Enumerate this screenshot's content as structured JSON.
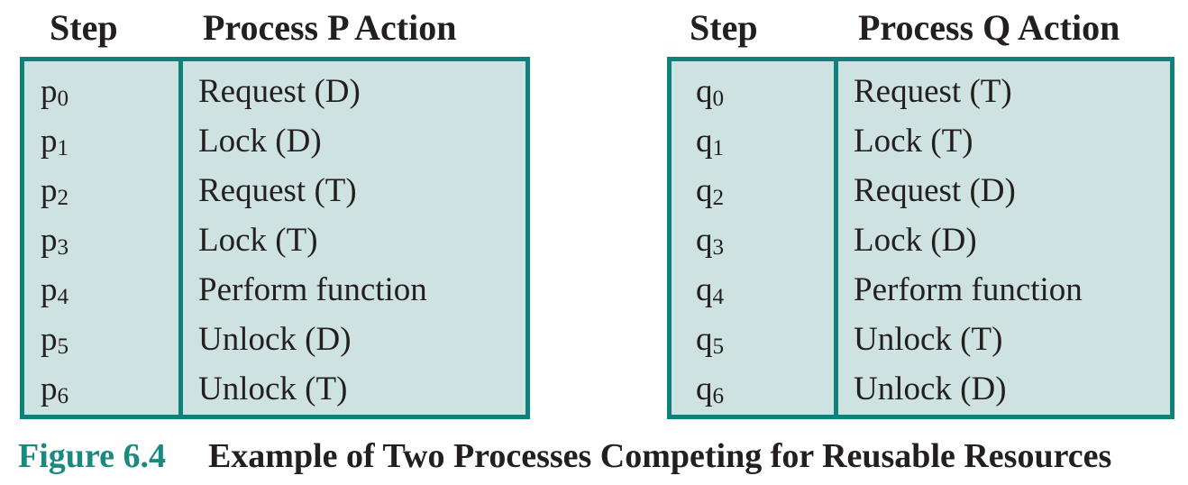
{
  "figure": {
    "caption_label": "Figure 6.4",
    "caption_title": "Example of Two Processes Competing for Reusable Resources"
  },
  "colors": {
    "table_border": "#0e827a",
    "table_fill": "#cee2e1",
    "caption_accent": "#1a8a80",
    "text": "#231f20"
  },
  "tables": [
    {
      "step_header": "Step",
      "action_header": "Process P Action",
      "rows": [
        {
          "step_base": "p",
          "step_sub": "0",
          "action": "Request (D)"
        },
        {
          "step_base": "p",
          "step_sub": "1",
          "action": "Lock (D)"
        },
        {
          "step_base": "p",
          "step_sub": "2",
          "action": "Request (T)"
        },
        {
          "step_base": "p",
          "step_sub": "3",
          "action": "Lock (T)"
        },
        {
          "step_base": "p",
          "step_sub": "4",
          "action": "Perform function"
        },
        {
          "step_base": "p",
          "step_sub": "5",
          "action": "Unlock (D)"
        },
        {
          "step_base": "p",
          "step_sub": "6",
          "action": "Unlock (T)"
        }
      ]
    },
    {
      "step_header": "Step",
      "action_header": "Process Q Action",
      "rows": [
        {
          "step_base": "q",
          "step_sub": "0",
          "action": "Request (T)"
        },
        {
          "step_base": "q",
          "step_sub": "1",
          "action": "Lock (T)"
        },
        {
          "step_base": "q",
          "step_sub": "2",
          "action": "Request (D)"
        },
        {
          "step_base": "q",
          "step_sub": "3",
          "action": "Lock (D)"
        },
        {
          "step_base": "q",
          "step_sub": "4",
          "action": "Perform function"
        },
        {
          "step_base": "q",
          "step_sub": "5",
          "action": "Unlock (T)"
        },
        {
          "step_base": "q",
          "step_sub": "6",
          "action": "Unlock (D)"
        }
      ]
    }
  ]
}
